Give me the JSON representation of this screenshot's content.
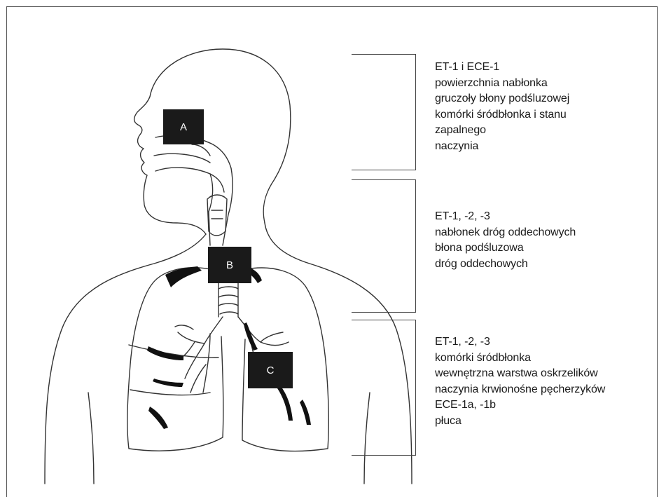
{
  "labels": {
    "a": "A",
    "b": "B",
    "c": "C"
  },
  "groups": [
    {
      "lines": [
        "ET-1 i ECE-1",
        "powierzchnia nabłonka",
        "gruczoły błony podśluzowej",
        "komórki śródbłonka i stanu",
        "zapalnego",
        "naczynia"
      ]
    },
    {
      "lines": [
        "ET-1, -2, -3",
        "nabłonek dróg oddechowych",
        "błona podśluzowa",
        "dróg oddechowych"
      ]
    },
    {
      "lines": [
        "ET-1, -2, -3",
        "komórki śródbłonka",
        "wewnętrzna warstwa oskrzelików",
        "naczynia krwionośne pęcherzyków",
        "ECE-1a, -1b",
        "płuca"
      ]
    }
  ],
  "colors": {
    "ink": "#1a1a1a",
    "line": "#555555",
    "background": "#ffffff"
  }
}
